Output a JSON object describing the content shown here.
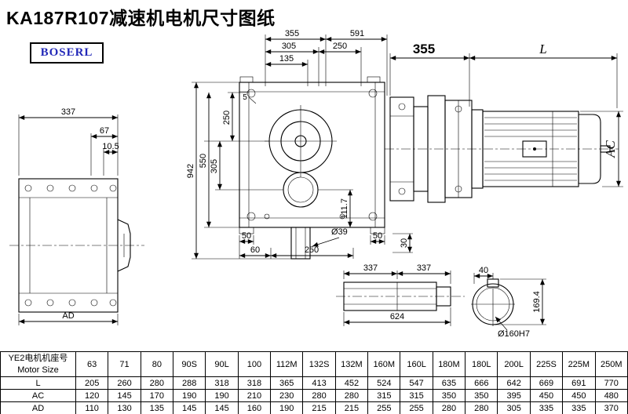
{
  "title": "KA187R107减速机电机尺寸图纸",
  "logo": {
    "text": "BOSERL",
    "color": "#2228b8"
  },
  "dims": {
    "front_top_355": "355",
    "front_top_591": "591",
    "front_top_305": "305",
    "front_top_250": "250",
    "front_top_135": "135",
    "front_left_250": "250",
    "front_left_5": "5",
    "front_left_305": "305",
    "front_left_550": "550",
    "front_left_942": "942",
    "front_right_111_7": "111.7",
    "front_bottom_50_left": "50",
    "front_bottom_60": "60",
    "front_bottom_250": "250",
    "front_bottom_dia39": "Ø39",
    "front_bottom_50_right": "50",
    "front_bottom_30": "30",
    "side_337": "337",
    "side_67": "67",
    "side_10_5": "10.5",
    "side_AD": "AD",
    "assembly_355": "355",
    "assembly_L": "L",
    "assembly_AC": "AC",
    "shaft_337_left": "337",
    "shaft_337_right": "337",
    "shaft_624": "624",
    "bore_40": "40",
    "bore_169_4": "169.4",
    "bore_dia": "Ø160H7"
  },
  "table": {
    "header_cn": "YE2电机机座号",
    "header_en": "Motor Size",
    "columns": [
      "63",
      "71",
      "80",
      "90S",
      "90L",
      "100",
      "112M",
      "132S",
      "132M",
      "160M",
      "160L",
      "180M",
      "180L",
      "200L",
      "225S",
      "225M",
      "250M"
    ],
    "rows": [
      {
        "label": "L",
        "values": [
          "205",
          "260",
          "280",
          "288",
          "318",
          "318",
          "365",
          "413",
          "452",
          "524",
          "547",
          "635",
          "666",
          "642",
          "669",
          "691",
          "770"
        ]
      },
      {
        "label": "AC",
        "values": [
          "120",
          "145",
          "170",
          "190",
          "190",
          "210",
          "230",
          "280",
          "280",
          "315",
          "315",
          "350",
          "350",
          "395",
          "450",
          "450",
          "480"
        ]
      },
      {
        "label": "AD",
        "values": [
          "110",
          "130",
          "135",
          "145",
          "145",
          "160",
          "190",
          "215",
          "215",
          "255",
          "255",
          "280",
          "280",
          "305",
          "335",
          "335",
          "370"
        ]
      }
    ]
  }
}
